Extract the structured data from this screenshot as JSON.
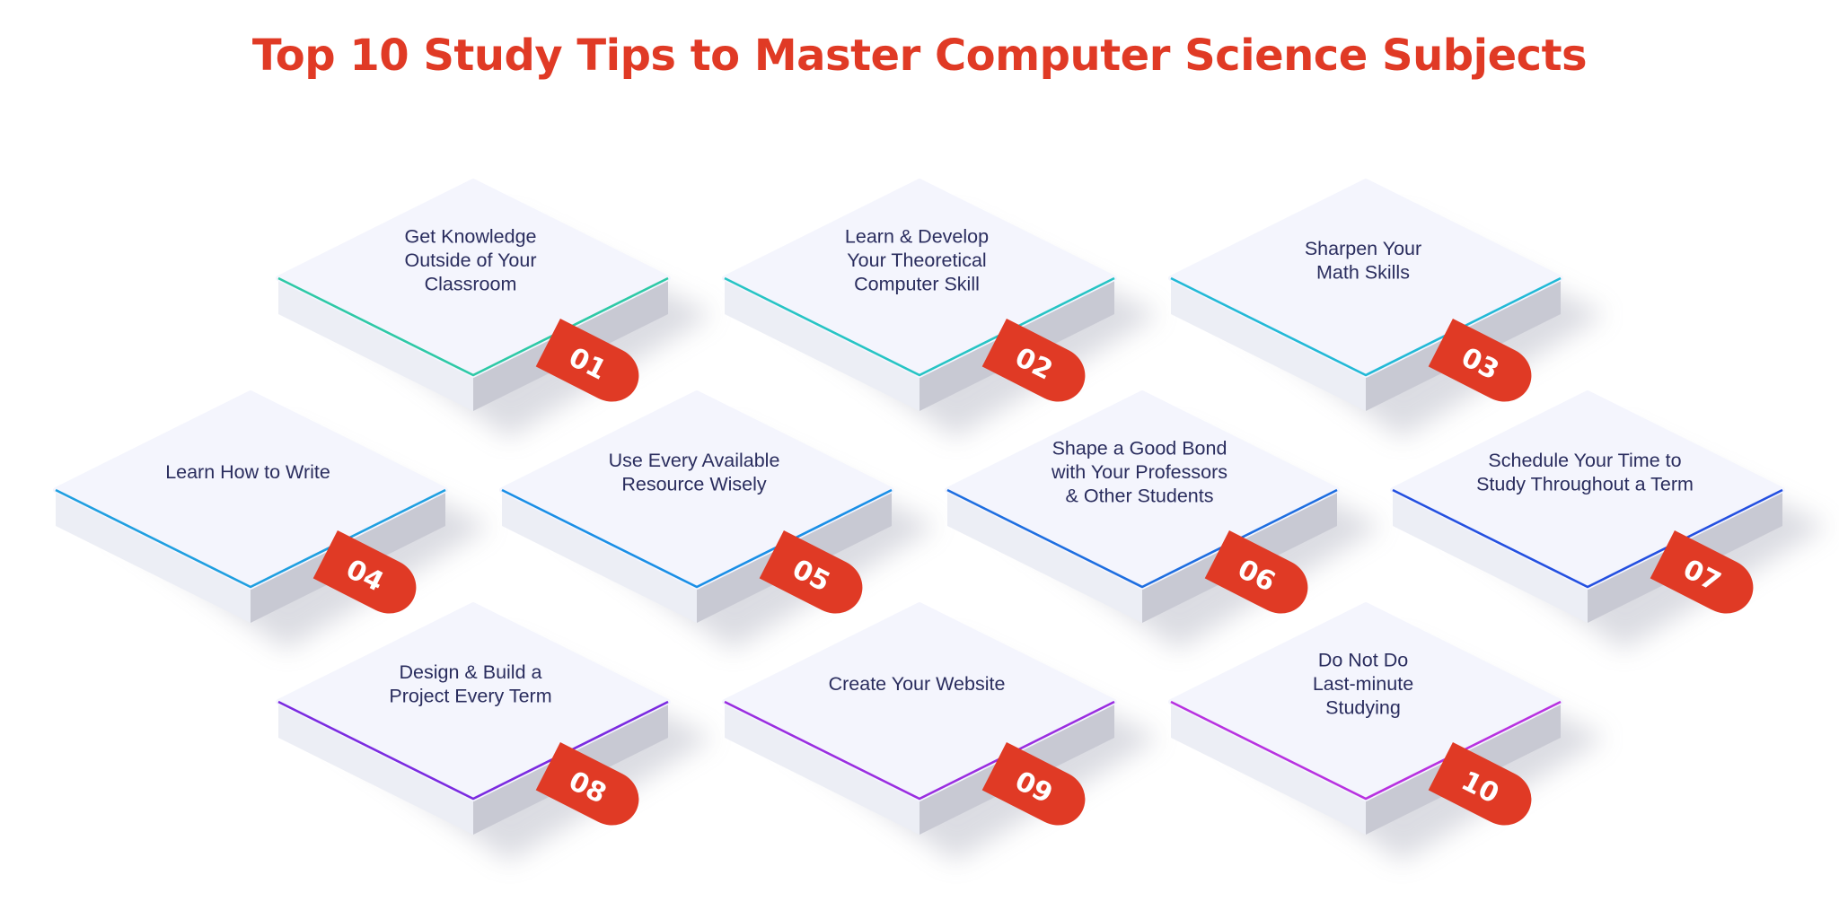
{
  "title": "Top 10 Study Tips to Master Computer Science Subjects",
  "colors": {
    "title": "#e03a25",
    "badge": "#e03a25",
    "tile_top": "#f4f5fd",
    "tile_side_left": "#eceef5",
    "tile_side_right": "#c8c9d3",
    "text": "#2a2d5e"
  },
  "tips": [
    {
      "number": "01",
      "lines": [
        "Get Knowledge",
        "Outside of Your",
        "Classroom"
      ],
      "accent": "#2ec9a6"
    },
    {
      "number": "02",
      "lines": [
        "Learn & Develop",
        "Your Theoretical",
        "Computer Skill"
      ],
      "accent": "#27c4c4"
    },
    {
      "number": "03",
      "lines": [
        "Sharpen Your",
        "Math Skills"
      ],
      "accent": "#22b9d6"
    },
    {
      "number": "04",
      "lines": [
        "Learn How to Write"
      ],
      "accent": "#1f9fe0"
    },
    {
      "number": "05",
      "lines": [
        "Use Every Available",
        "Resource Wisely"
      ],
      "accent": "#1a8fe6"
    },
    {
      "number": "06",
      "lines": [
        "Shape a Good Bond",
        "with Your Professors",
        "& Other Students"
      ],
      "accent": "#1e6ee0"
    },
    {
      "number": "07",
      "lines": [
        "Schedule Your Time to",
        "Study Throughout a Term"
      ],
      "accent": "#2450e0"
    },
    {
      "number": "08",
      "lines": [
        "Design & Build a",
        "Project Every Term"
      ],
      "accent": "#7b2be0"
    },
    {
      "number": "09",
      "lines": [
        "Create Your Website"
      ],
      "accent": "#9a2ee0"
    },
    {
      "number": "10",
      "lines": [
        "Do Not Do",
        "Last-minute",
        "Studying"
      ],
      "accent": "#b832e0"
    }
  ]
}
